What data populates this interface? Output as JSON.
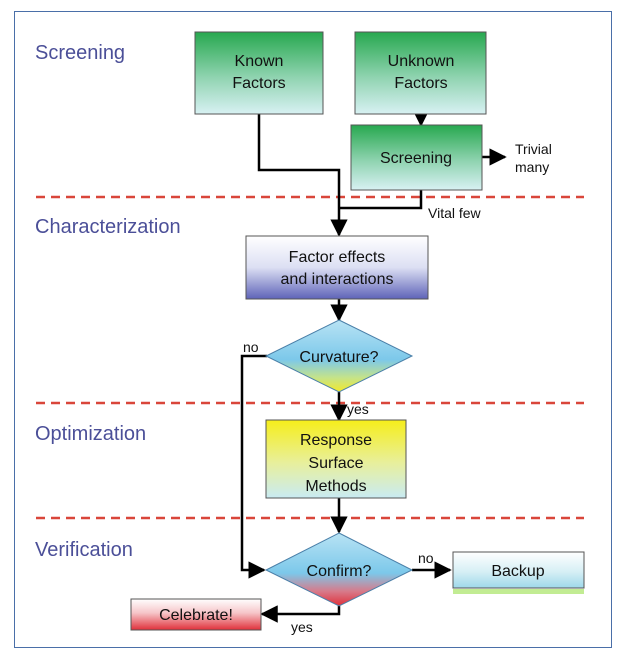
{
  "stages": {
    "screening": "Screening",
    "characterization": "Characterization",
    "optimization": "Optimization",
    "verification": "Verification"
  },
  "boxes": {
    "known_factors": [
      "Known",
      "Factors"
    ],
    "unknown_factors": [
      "Unknown",
      "Factors"
    ],
    "screening": "Screening",
    "factor_effects": [
      "Factor effects",
      "and interactions"
    ],
    "response_surface": [
      "Response",
      "Surface",
      "Methods"
    ],
    "backup": "Backup",
    "celebrate": "Celebrate!"
  },
  "decisions": {
    "curvature": "Curvature?",
    "confirm": "Confirm?"
  },
  "edge_labels": {
    "trivial_many": [
      "Trivial",
      "many"
    ],
    "vital_few": "Vital few",
    "curvature_no": "no",
    "curvature_yes": "yes",
    "confirm_no": "no",
    "confirm_yes": "yes"
  },
  "colors": {
    "frame": "#4a6fa8",
    "stage_text": "#4b4f98",
    "divider": "#d9463a",
    "green": "#2fae5a",
    "blue": "#8a8fd0",
    "yellow": "#f3ea2c",
    "red": "#e03a3a"
  }
}
